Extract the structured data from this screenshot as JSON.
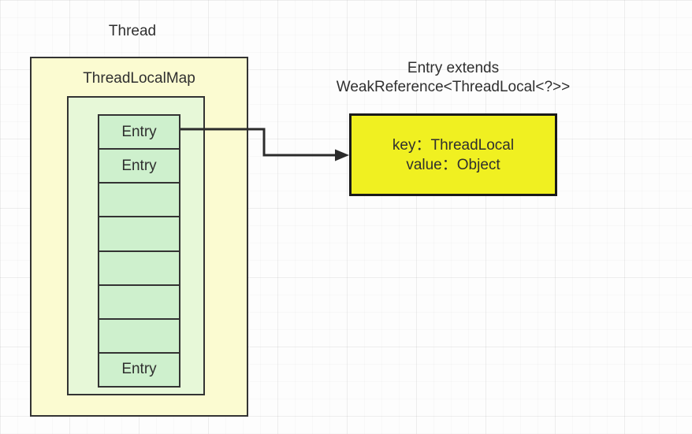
{
  "diagram": {
    "thread_label": "Thread",
    "map_box": {
      "title": "ThreadLocalMap",
      "entries": [
        "Entry",
        "Entry",
        "",
        "",
        "",
        "",
        "",
        "Entry"
      ]
    },
    "entry_note": {
      "line1": "Entry extends",
      "line2": "WeakReference<ThreadLocal<?>>"
    },
    "entry_detail_box": {
      "line1": "key：ThreadLocal",
      "line2": "value：Object"
    },
    "colors": {
      "outer_box_fill": "#FBFBD1",
      "inner_box_fill": "#E7F8D8",
      "cell_fill": "#CEF0CD",
      "detail_box_fill": "#F0F021",
      "border": "#333333",
      "arrow": "#2B2B2B",
      "text": "#2F2F2F"
    }
  }
}
